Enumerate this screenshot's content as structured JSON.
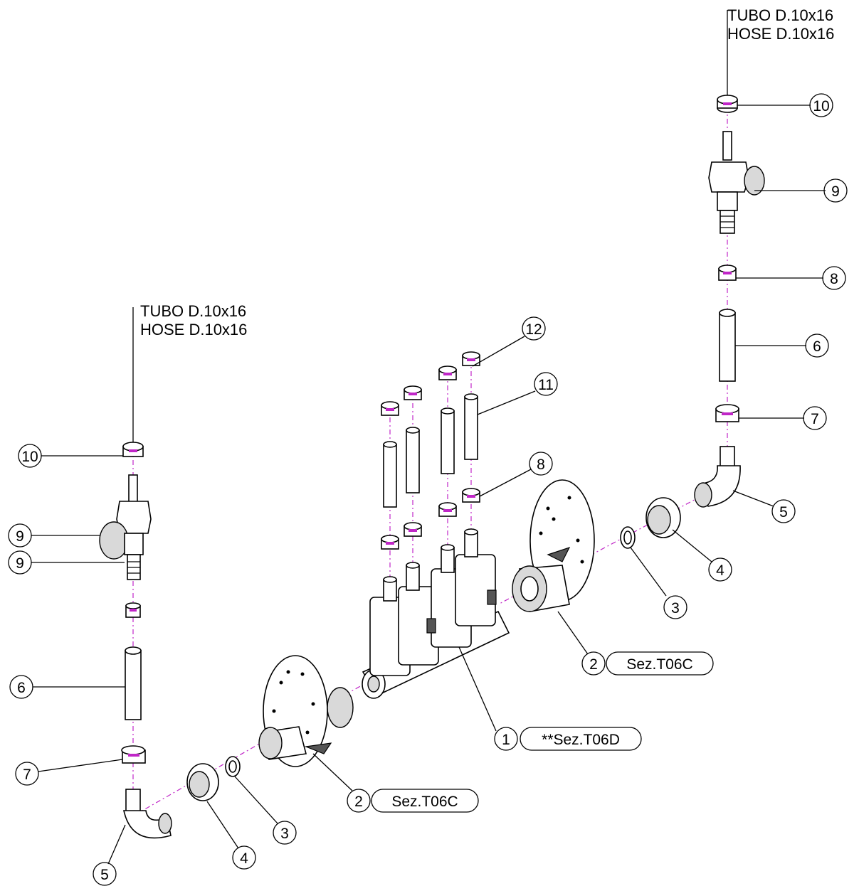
{
  "notes": {
    "hose_right_line1": "TUBO D.10x16",
    "hose_right_line2": "HOSE D.10x16",
    "hose_left_line1": "TUBO D.10x16",
    "hose_left_line2": "HOSE D.10x16"
  },
  "callouts": {
    "c10_right": "10",
    "c9_right": "9",
    "c8_right": "8",
    "c6_right": "6",
    "c7_right": "7",
    "c5_right": "5",
    "c4_right": "4",
    "c3_right": "3",
    "c2_right": "2",
    "c12": "12",
    "c11": "11",
    "c8_mid": "8",
    "c1": "1",
    "c10_left": "10",
    "c9_left_a": "9",
    "c9_left_b": "9",
    "c6_left": "6",
    "c7_left": "7",
    "c5_left": "5",
    "c4_left": "4",
    "c3_left": "3",
    "c2_left": "2"
  },
  "references": {
    "ref_right": "Sez.T06C",
    "ref_left": "Sez.T06C",
    "ref_main": "**Sez.T06D"
  },
  "colors": {
    "centerline": "#c026c7",
    "line": "#000000",
    "shade": "#d9d9d9"
  }
}
